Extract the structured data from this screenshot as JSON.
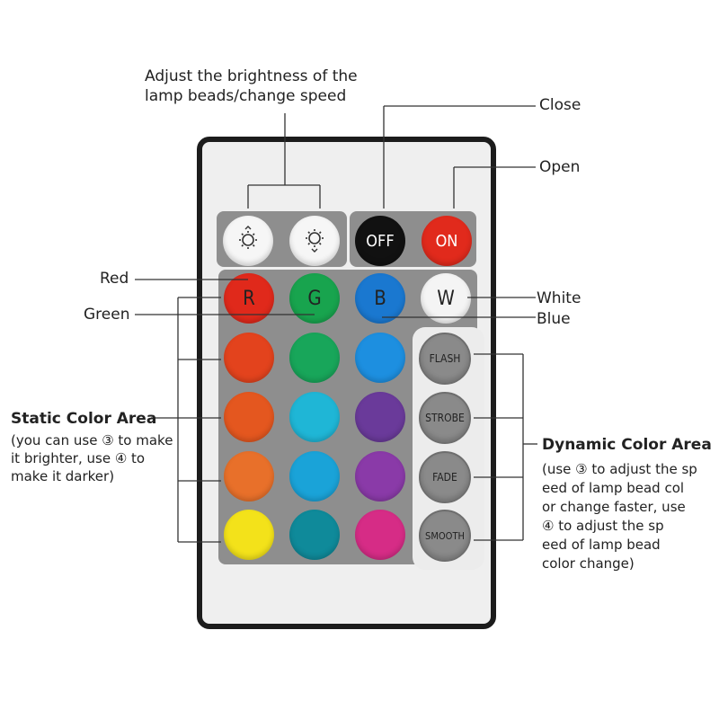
{
  "annotations": {
    "brightness": "Adjust the brightness of the\nlamp beads/change speed",
    "close": "Close",
    "open": "Open",
    "red": "Red",
    "green": "Green",
    "white": "White",
    "blue": "Blue",
    "static_title": "Static Color Area",
    "static_desc": "(you can use ③ to make\nit brighter, use ④ to\nmake it darker)",
    "dynamic_title": "Dynamic Color Area",
    "dynamic_desc": "(use ③ to adjust the sp\need of lamp bead col\nor change faster, use\n④ to adjust the sp\need of lamp bead\ncolor change)"
  },
  "buttons": {
    "off": "OFF",
    "on": "ON",
    "r": "R",
    "g": "G",
    "b": "B",
    "w": "W",
    "flash": "FLASH",
    "strobe": "STROBE",
    "fade": "FADE",
    "smooth": "SMOOTH"
  },
  "icons": {
    "brightness_up": "sun-brightness-up-icon",
    "brightness_down": "sun-brightness-down-icon"
  },
  "colors": {
    "row1": [
      "#e0291b",
      "#18a44e",
      "#1a78d0",
      "#f4f4f4"
    ],
    "row2": [
      "#e3431d",
      "#18a65a",
      "#1d8fe0"
    ],
    "row3": [
      "#e4571f",
      "#1fb6d6",
      "#6a3a9a"
    ],
    "row4": [
      "#e8702a",
      "#1aa3d8",
      "#8a3aa8"
    ],
    "row5": [
      "#f3e21a",
      "#0f8a9a",
      "#d62c86"
    ],
    "off_button": "#111111",
    "on_button": "#e12a1c"
  }
}
